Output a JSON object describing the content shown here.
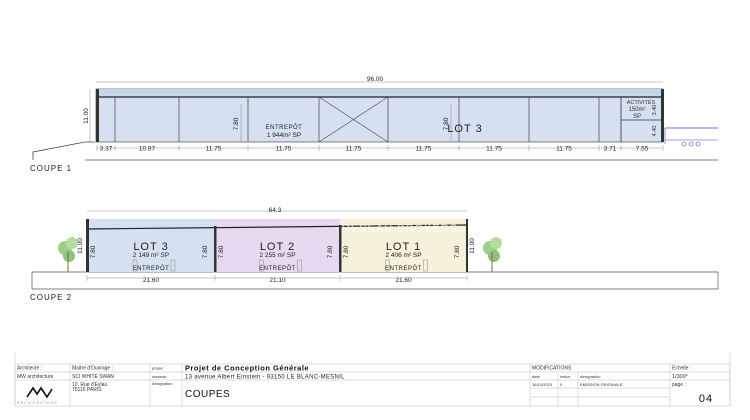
{
  "coupe1": {
    "title": "COUPE 1",
    "total_width": "96.00",
    "height": "11.00",
    "inner_height": "7.80",
    "bays": [
      "3.37",
      "10.87",
      "11.75",
      "11.75",
      "11.75",
      "11.75",
      "11.75",
      "11.75",
      "3.71",
      "7.55"
    ],
    "entrepot_label": "ENTREPÔT",
    "entrepot_area": "1 944m² SP",
    "lot_label": "LOT 3",
    "activites_label": "ACTIVITÉS",
    "activites_area1": "150m²",
    "activites_area2": "SP",
    "act_height_top": "3.40",
    "act_height_bottom": "4.40",
    "fill_color": "#d5e1f0"
  },
  "coupe2": {
    "title": "COUPE 2",
    "total_width": "64.3",
    "height": "11.00",
    "lots": [
      {
        "name": "LOT 3",
        "area": "2 149 m² SP",
        "use": "ENTREPÔT",
        "width": "21.60",
        "inner_height": "7.80",
        "color": "#d5e1f0"
      },
      {
        "name": "LOT 2",
        "area": "2 255 m² SP",
        "use": "ENTREPÔT",
        "width": "21.10",
        "inner_height": "7.80",
        "color": "#e6daf1"
      },
      {
        "name": "LOT 1",
        "area": "2 406 m² SP",
        "use": "ENTREPÔT",
        "width": "21.60",
        "inner_height": "7.80",
        "color": "#f6f1da"
      }
    ],
    "watermark": "RESEAU BROKERS"
  },
  "title_block": {
    "architect_label": "Architecte :",
    "architect": "MW architecture",
    "logo_text": "ARCHITECTURE",
    "owner_label": "Maitre d'Ouvrage :",
    "owner": "SCI WHITE SWAN",
    "owner_address1": "10, Rue d'Eylau",
    "owner_address2": "75116 PARIS",
    "phase_label": "phase :",
    "phase": "Projet de Conception Générale",
    "address_label": "adresse :",
    "address": "13 avenue Albert Einstein - 93150 LE BLANC-MESNIL",
    "designation_label": "désignation :",
    "designation": "COUPES",
    "modifications_label": "MODIFICATIONS",
    "mod_headers": [
      "date",
      "indice",
      "désignation"
    ],
    "mod_rows": [
      [
        "16/10/2024",
        "0",
        "EMISSION ORIGINALE"
      ]
    ],
    "scale_label": "Echelle :",
    "scale": "1/300°",
    "page_label": "page :",
    "page": "04"
  }
}
